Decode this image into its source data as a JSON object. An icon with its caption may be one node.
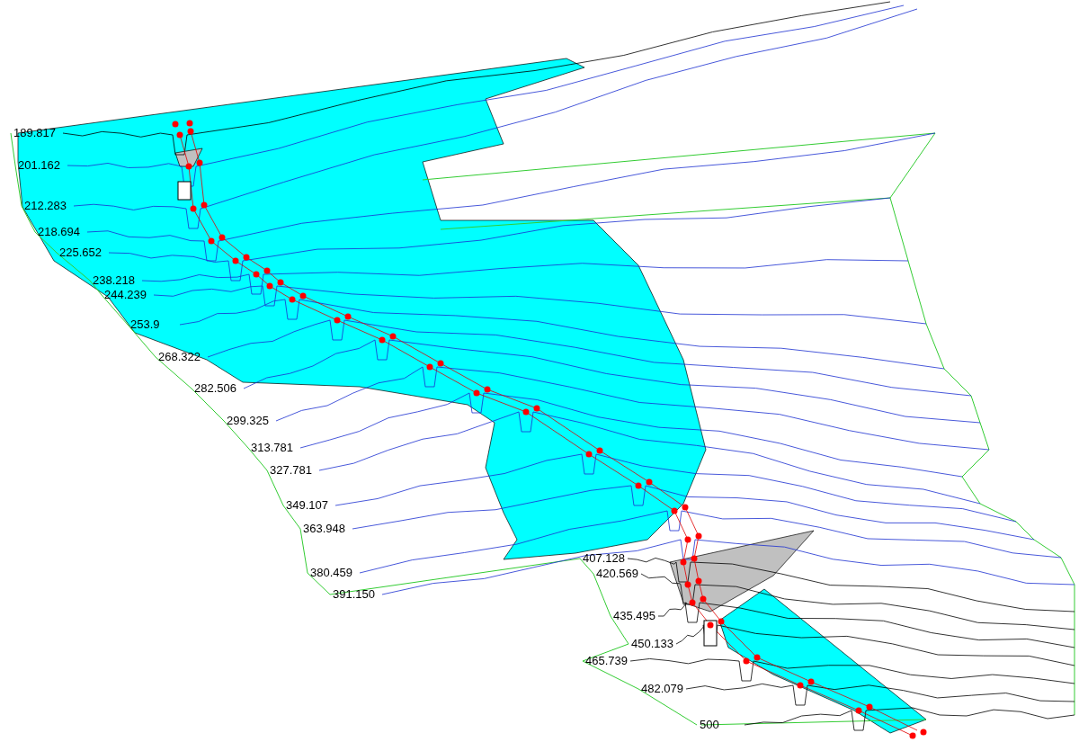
{
  "diagram": {
    "labels": [
      "189.817",
      "201.162",
      "212.283",
      "218.694",
      "225.652",
      "238.218",
      "244.239",
      "253.9",
      "268.322",
      "282.506",
      "299.325",
      "313.781",
      "327.781",
      "349.107",
      "363.948",
      "380.459",
      "391.150",
      "407.128",
      "420.569",
      "435.495",
      "450.133",
      "465.739",
      "482.079",
      "500"
    ]
  }
}
